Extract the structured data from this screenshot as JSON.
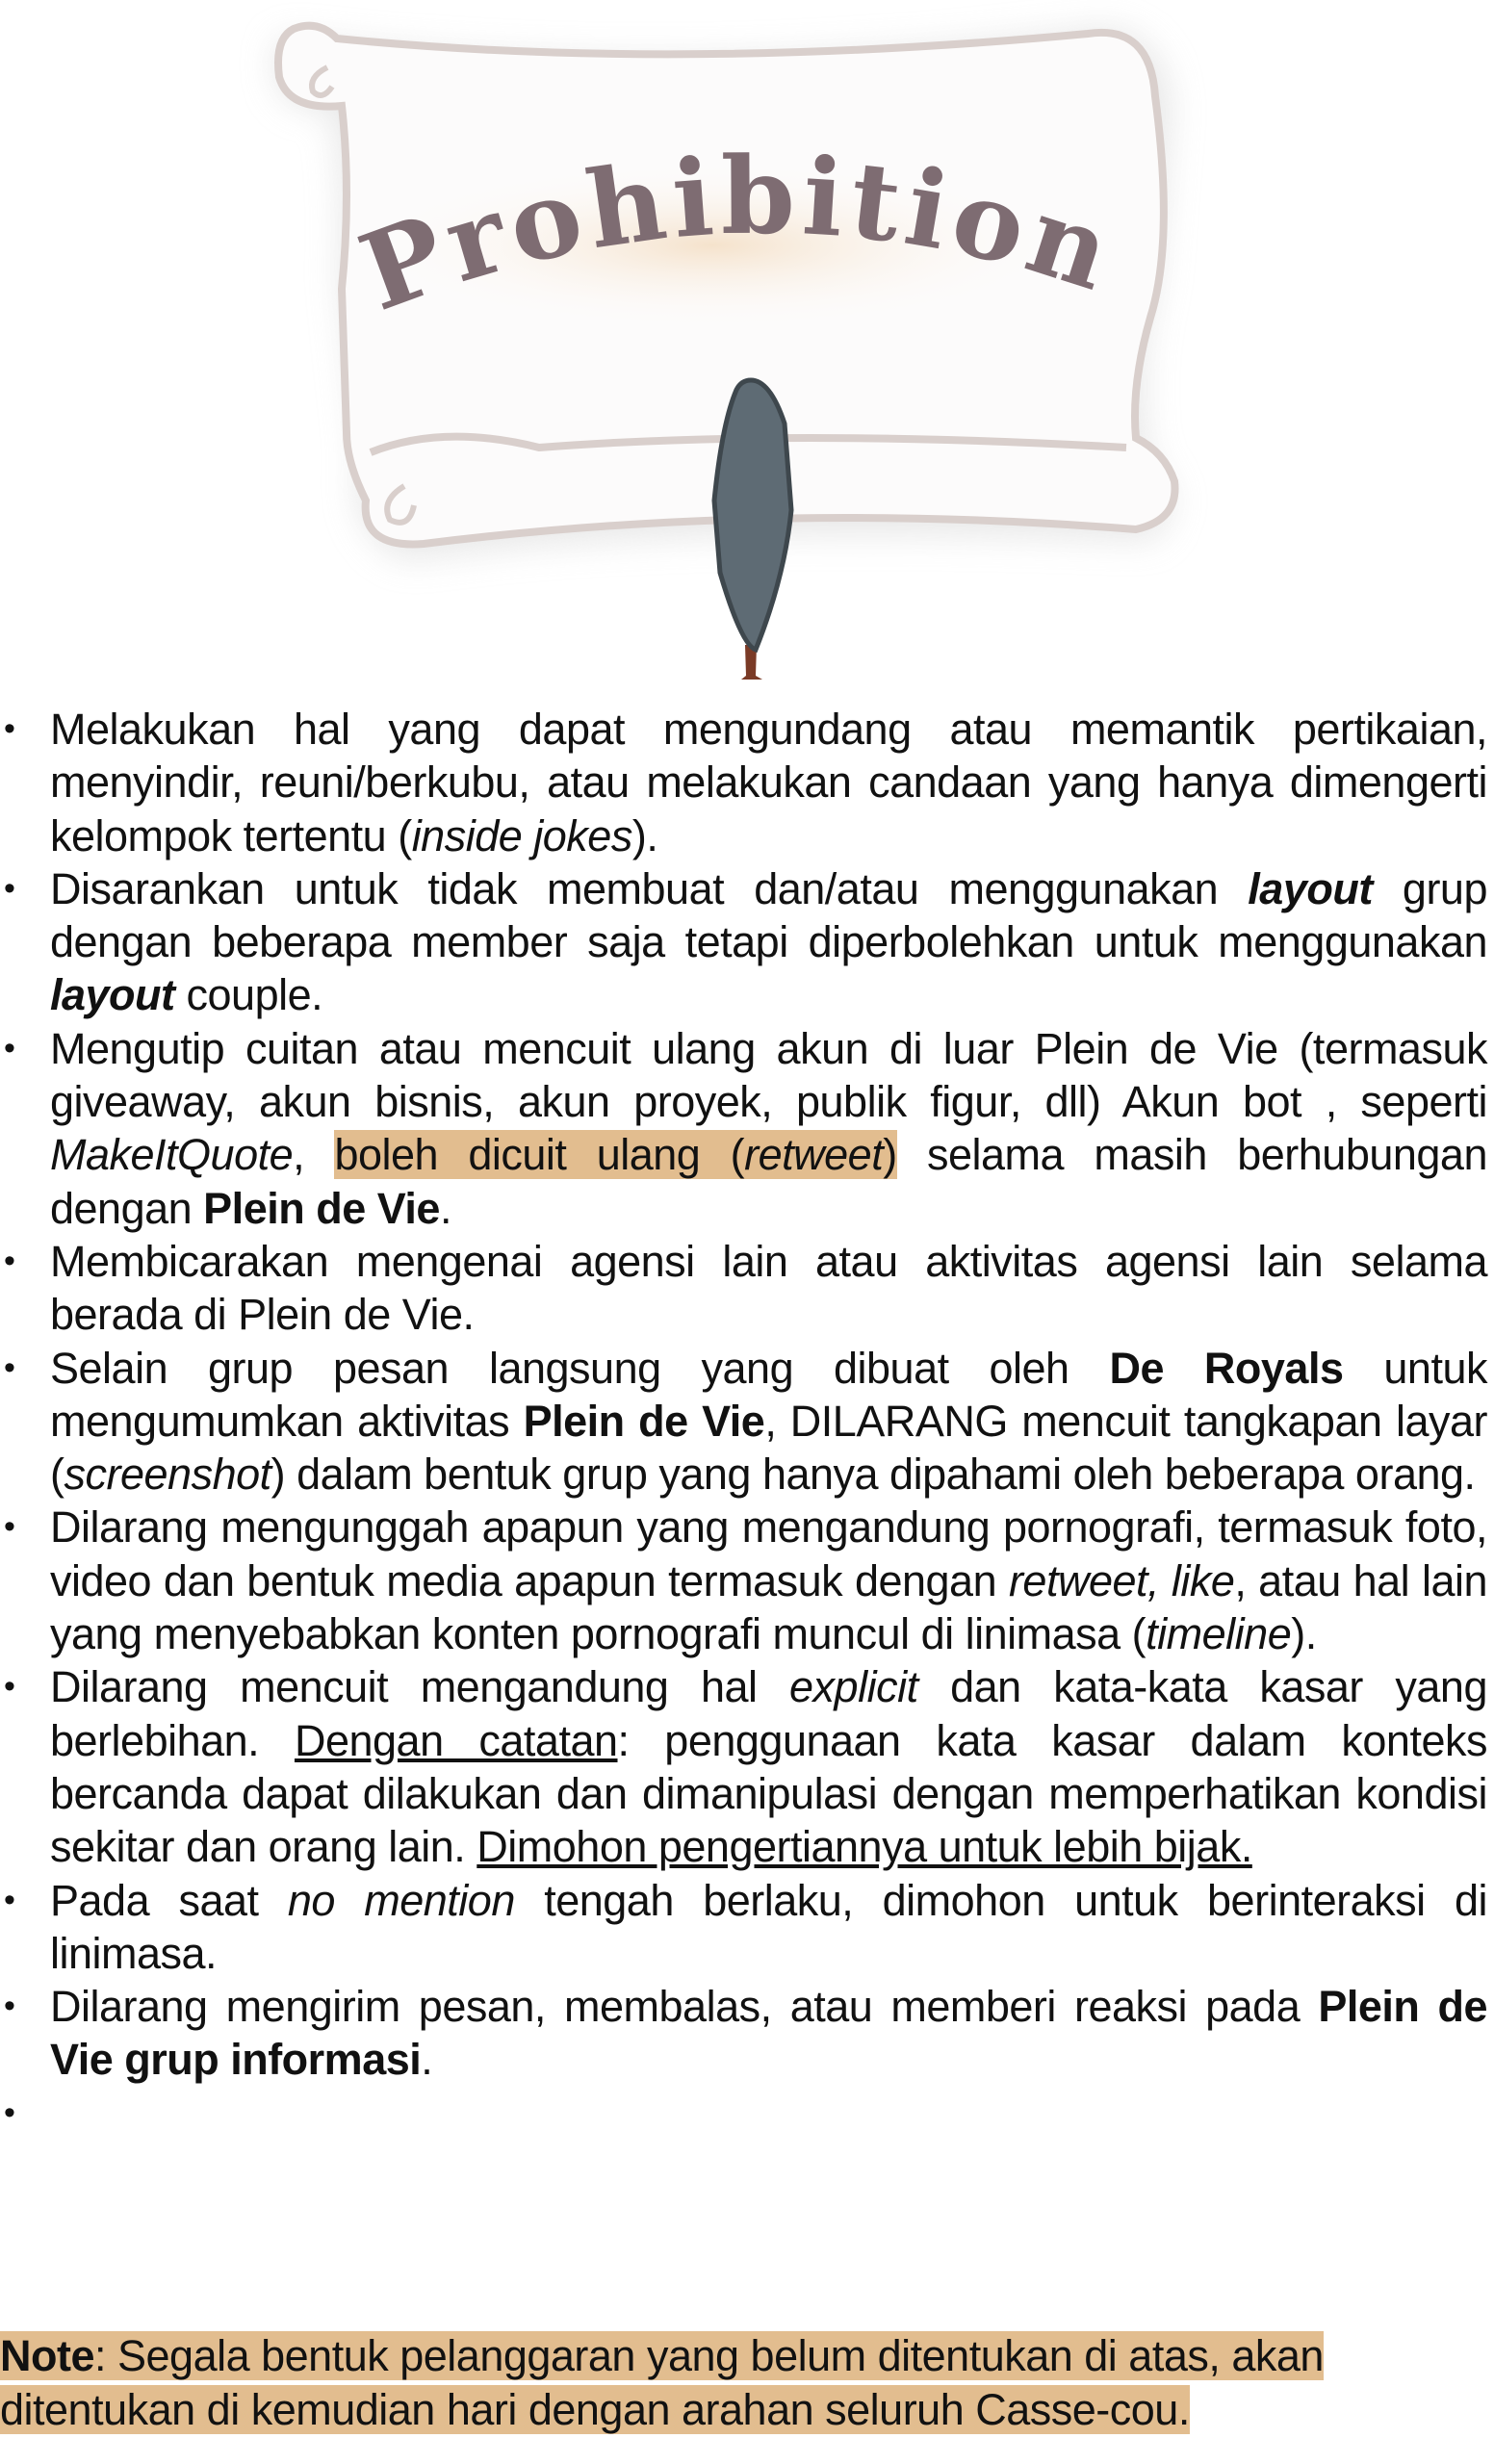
{
  "header": {
    "title": "Prohibition"
  },
  "colors": {
    "highlight": "#e2bd8f",
    "scroll_outline": "#d9cfcc",
    "title_text": "#7e6c72",
    "tree": "#5e6b74",
    "trunk": "#7a3a26"
  },
  "rules": [
    {
      "t1": "Melakukan hal yang dapat mengundang atau memantik pertikaian, menyindir, reuni/berkubu, atau melakukan candaan yang hanya dimengerti kelompok tertentu (",
      "i1": "inside jokes",
      "t2": ")."
    },
    {
      "t1": "Disarankan untuk tidak membuat dan/atau menggunakan ",
      "i1": "layout",
      "t2": " grup dengan beberapa member saja tetapi diperbolehkan untuk menggunakan ",
      "i2": "layout",
      "t3": " couple."
    },
    {
      "t1": "Mengutip cuitan atau mencuit ulang akun di luar Plein de Vie (termasuk giveaway, akun bisnis, akun proyek, publik figur, dll) Akun bot , seperti ",
      "i1": "MakeItQuote",
      "t2": ", ",
      "h1": "boleh dicuit ulang (",
      "hi": "retweet",
      "h2": ")",
      "t3": " selama masih berhubungan dengan ",
      "b1": "Plein de Vie",
      "t4": "."
    },
    {
      "t1": "Membicarakan mengenai agensi lain atau aktivitas agensi lain selama berada di Plein de Vie."
    },
    {
      "t1": "Selain grup pesan langsung yang dibuat oleh ",
      "b1": "De Royals",
      "t2": " untuk mengumumkan aktivitas ",
      "b2": "Plein de Vie",
      "t3": ", DILARANG mencuit tangkapan layar (",
      "i1": "screenshot",
      "t4": ") dalam bentuk grup yang hanya dipahami oleh beberapa orang."
    },
    {
      "t1": "Dilarang mengunggah apapun yang mengandung pornografi, termasuk foto, video dan bentuk media apapun termasuk dengan ",
      "i1": "retweet, like",
      "t2": ", atau hal lain yang menyebabkan konten pornografi muncul di linimasa (",
      "i2": "timeline",
      "t3": ")."
    },
    {
      "t1": "Dilarang mencuit mengandung hal ",
      "i1": "explicit",
      "t2": " dan kata-kata kasar yang berlebihan. ",
      "u1": "Dengan catatan",
      "t3": ": penggunaan kata kasar dalam konteks bercanda dapat dilakukan dan dimanipulasi dengan memperhatikan kondisi sekitar dan orang lain. ",
      "u2": "Dimohon pengertiannya untuk lebih bijak."
    },
    {
      "t1": "Pada saat ",
      "i1": "no mention",
      "t2": " tengah berlaku, dimohon untuk berinteraksi di linimasa."
    },
    {
      "t1": "Dilarang mengirim pesan, membalas, atau memberi reaksi pada ",
      "b1": "Plein de Vie grup informasi",
      "t2": "."
    }
  ],
  "note": {
    "label": "Note",
    "text": ": Segala bentuk pelanggaran yang belum ditentukan di atas, akan ditentukan di kemudian hari dengan arahan seluruh Casse-cou."
  }
}
